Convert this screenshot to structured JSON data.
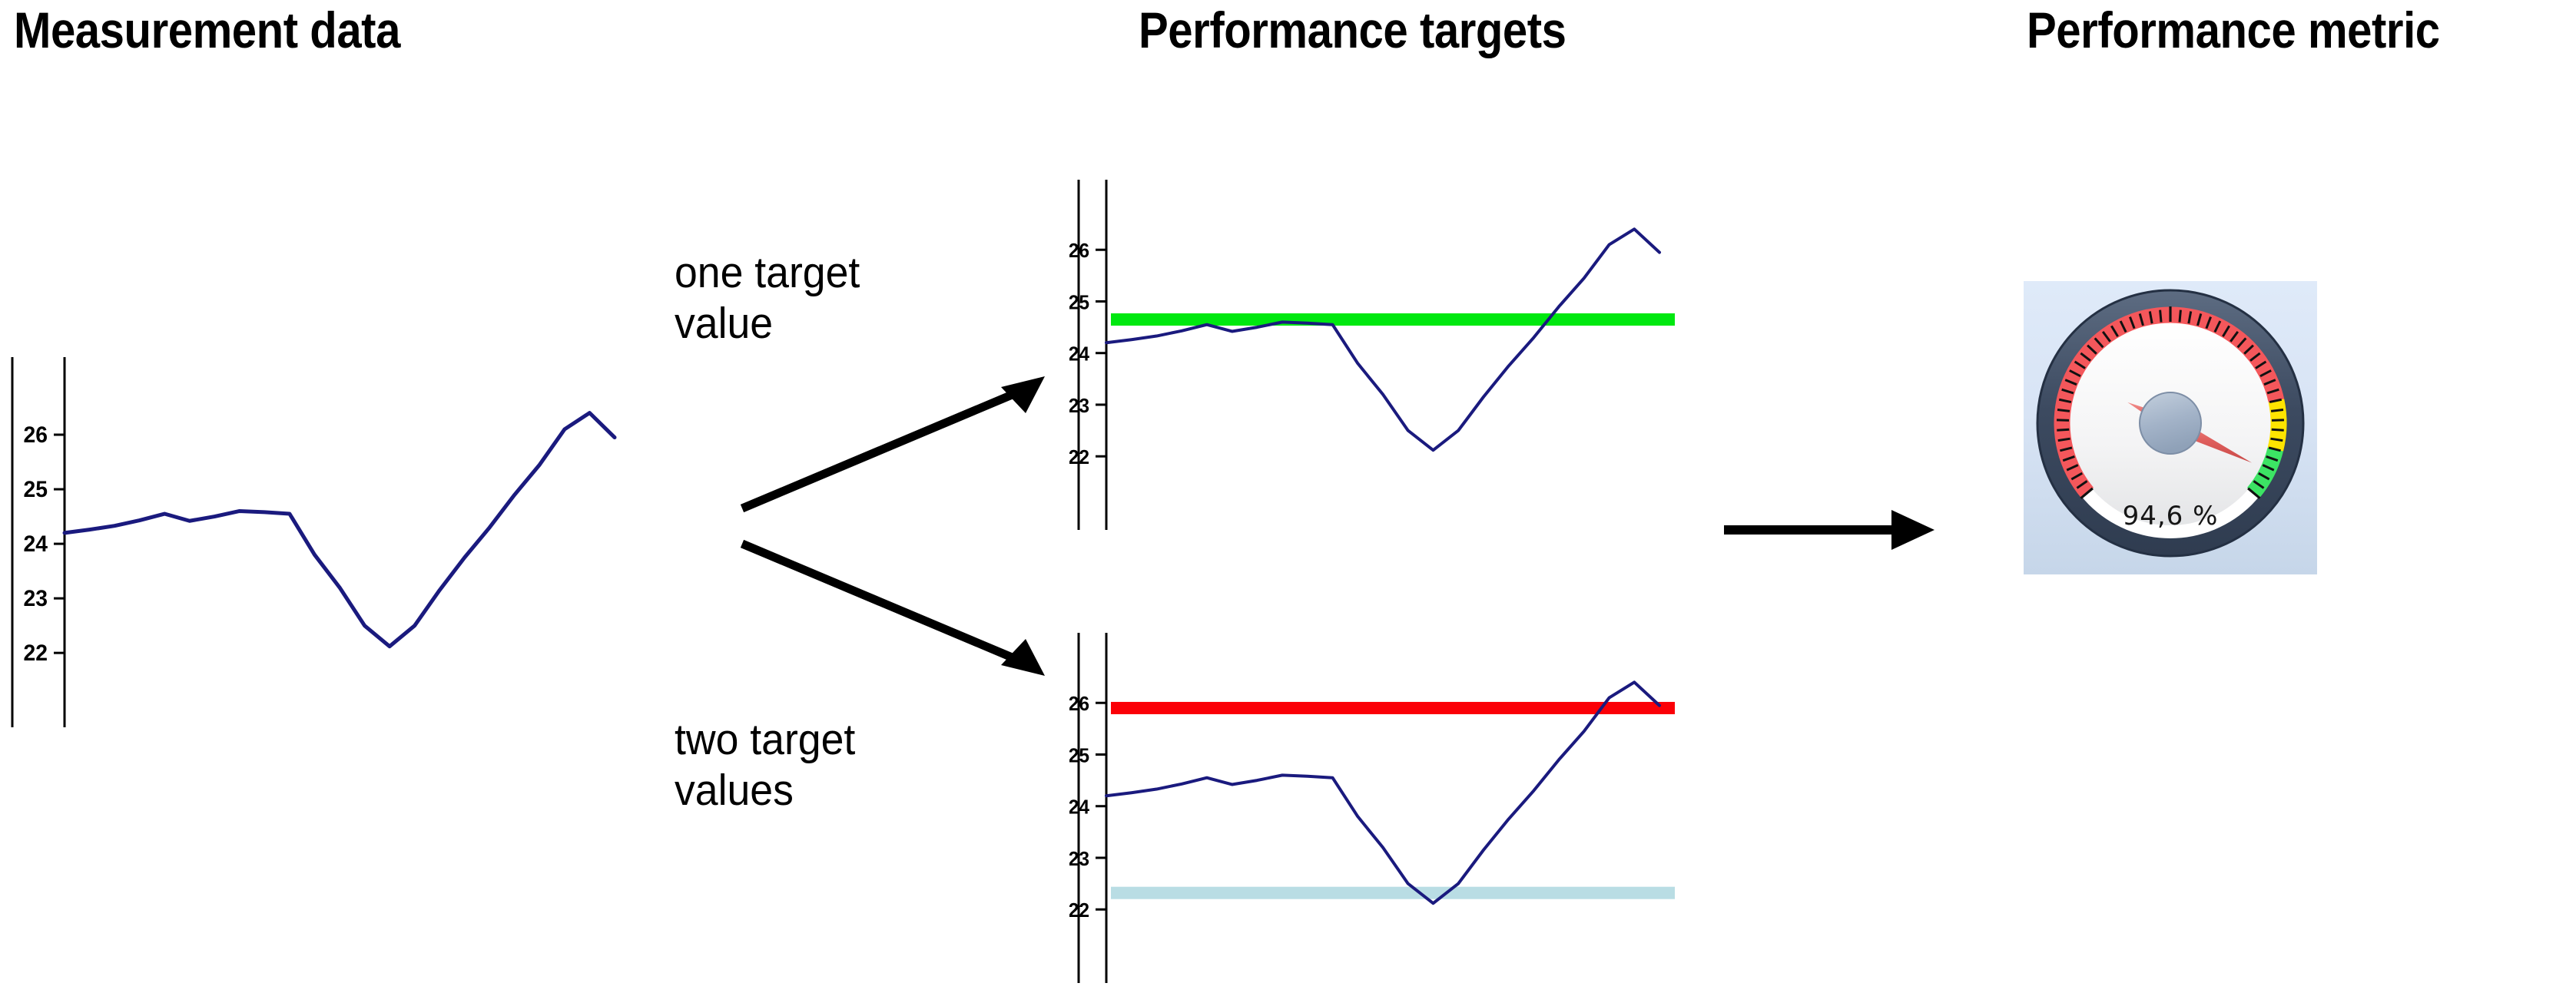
{
  "headings": {
    "measurement": "Measurement data",
    "targets": "Performance targets",
    "metric": "Performance metric"
  },
  "flow": {
    "one_target_label": "one target\nvalue",
    "two_target_label": "two target\nvalues",
    "arrow_up_name": "arrow-to-one-target-chart",
    "arrow_down_name": "arrow-to-two-target-chart",
    "arrow_right_name": "arrow-to-performance-metric"
  },
  "colors": {
    "series_line": "#1a1a7e",
    "target_green": "#00e810",
    "target_red": "#fb0007",
    "target_lightblue": "#b9dde4",
    "axis": "#000000",
    "gauge_red": "#f4575b",
    "gauge_yellow": "#ffe400",
    "gauge_green": "#3ce464",
    "gauge_bezel": "#46546b",
    "gauge_needle": "#e0605e",
    "gauge_hub": "#9fb0c6",
    "gauge_panel_bg": "#dbe7f8"
  },
  "gauge": {
    "value_label": "94,6 %",
    "value": 94.6,
    "unit": "%",
    "min": 0,
    "max": 100,
    "zones": [
      {
        "name": "red",
        "from": 0,
        "to": 80,
        "color": "#f4575b"
      },
      {
        "name": "yellow",
        "from": 80,
        "to": 90,
        "color": "#ffe400"
      },
      {
        "name": "green",
        "from": 90,
        "to": 100,
        "color": "#3ce464"
      }
    ],
    "tick_count": 50,
    "start_angle_deg": 140,
    "sweep_deg": 260
  },
  "chart_data": [
    {
      "id": "measurement",
      "type": "line",
      "title": "Measurement data",
      "xlabel": "",
      "ylabel": "",
      "ylim": [
        21.2,
        27.0
      ],
      "yticks": [
        22,
        23,
        24,
        25,
        26
      ],
      "ytick_labels": [
        "22",
        "23",
        "24",
        "25",
        "26"
      ],
      "grid": false,
      "legend": "none",
      "series": [
        {
          "name": "measurement",
          "color": "#1a1a7e",
          "x": [
            0,
            1,
            2,
            3,
            4,
            5,
            6,
            7,
            8,
            9,
            10,
            11,
            12,
            13,
            14,
            15,
            16,
            17,
            18,
            19,
            20,
            21,
            22
          ],
          "values": [
            24.2,
            24.26,
            24.33,
            24.43,
            24.55,
            24.42,
            24.5,
            24.6,
            24.58,
            24.55,
            23.8,
            23.2,
            22.5,
            22.12,
            22.5,
            23.15,
            23.75,
            24.3,
            24.9,
            25.45,
            26.1,
            26.4,
            25.95
          ]
        }
      ],
      "target_lines": []
    },
    {
      "id": "one_target",
      "type": "line",
      "title": "one target value",
      "xlabel": "",
      "ylabel": "",
      "ylim": [
        21.2,
        27.0
      ],
      "yticks": [
        22,
        23,
        24,
        25,
        26
      ],
      "ytick_labels": [
        "22",
        "23",
        "24",
        "25",
        "26"
      ],
      "grid": false,
      "legend": "none",
      "series": [
        {
          "name": "measurement",
          "color": "#1a1a7e",
          "x": [
            0,
            1,
            2,
            3,
            4,
            5,
            6,
            7,
            8,
            9,
            10,
            11,
            12,
            13,
            14,
            15,
            16,
            17,
            18,
            19,
            20,
            21,
            22
          ],
          "values": [
            24.2,
            24.26,
            24.33,
            24.43,
            24.55,
            24.42,
            24.5,
            24.6,
            24.58,
            24.55,
            23.8,
            23.2,
            22.5,
            22.12,
            22.5,
            23.15,
            23.75,
            24.3,
            24.9,
            25.45,
            26.1,
            26.4,
            25.95
          ]
        }
      ],
      "target_lines": [
        {
          "name": "target",
          "value": 24.65,
          "color": "#00e810",
          "thickness": 16
        }
      ]
    },
    {
      "id": "two_target",
      "type": "line",
      "title": "two target values",
      "xlabel": "",
      "ylabel": "",
      "ylim": [
        21.2,
        27.0
      ],
      "yticks": [
        22,
        23,
        24,
        25,
        26
      ],
      "ytick_labels": [
        "22",
        "23",
        "24",
        "25",
        "26"
      ],
      "grid": false,
      "legend": "none",
      "series": [
        {
          "name": "measurement",
          "color": "#1a1a7e",
          "x": [
            0,
            1,
            2,
            3,
            4,
            5,
            6,
            7,
            8,
            9,
            10,
            11,
            12,
            13,
            14,
            15,
            16,
            17,
            18,
            19,
            20,
            21,
            22
          ],
          "values": [
            24.2,
            24.26,
            24.33,
            24.43,
            24.55,
            24.42,
            24.5,
            24.6,
            24.58,
            24.55,
            23.8,
            23.2,
            22.5,
            22.12,
            22.5,
            23.15,
            23.75,
            24.3,
            24.9,
            25.45,
            26.1,
            26.4,
            25.95
          ]
        }
      ],
      "target_lines": [
        {
          "name": "upper-target",
          "value": 25.9,
          "color": "#fb0007",
          "thickness": 16
        },
        {
          "name": "lower-target",
          "value": 22.32,
          "color": "#b9dde4",
          "thickness": 16
        }
      ]
    }
  ]
}
